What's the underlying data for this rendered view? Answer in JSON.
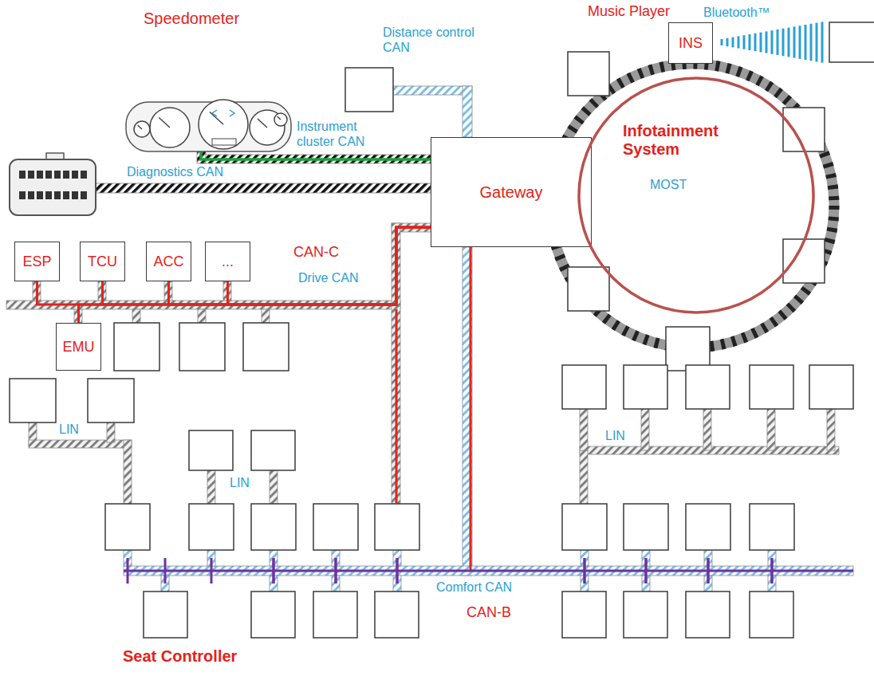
{
  "diagram": {
    "nodes": [
      {
        "text": [
          "INS"
        ]
      },
      {
        "text": [
          "Gateway"
        ]
      },
      {
        "text": [
          "Infotainment System",
          "MOST"
        ]
      },
      {
        "text": [
          "ESP"
        ]
      },
      {
        "text": [
          "TCU"
        ]
      },
      {
        "text": [
          "ACC"
        ]
      },
      {
        "text": [
          "..."
        ]
      },
      {
        "text": [
          "EMU"
        ]
      }
    ],
    "edges": [
      {
        "from": 3,
        "to": 1,
        "arrow": "none"
      },
      {
        "from": 4,
        "to": 1,
        "arrow": "none"
      },
      {
        "from": 5,
        "to": 1,
        "arrow": "none"
      },
      {
        "from": 6,
        "to": 1,
        "arrow": "none"
      },
      {
        "from": 7,
        "to": 1,
        "arrow": "none"
      }
    ],
    "labels": [
      "Music Player",
      "Bluetooth™",
      "Speedometer",
      "Distance control CAN",
      "Instrument cluster CAN",
      "Diagnostics CAN",
      "CAN-C",
      "Drive CAN",
      "LIN",
      "LIN",
      "LIN",
      "Comfort CAN",
      "CAN-B",
      "Seat Controller"
    ]
  }
}
